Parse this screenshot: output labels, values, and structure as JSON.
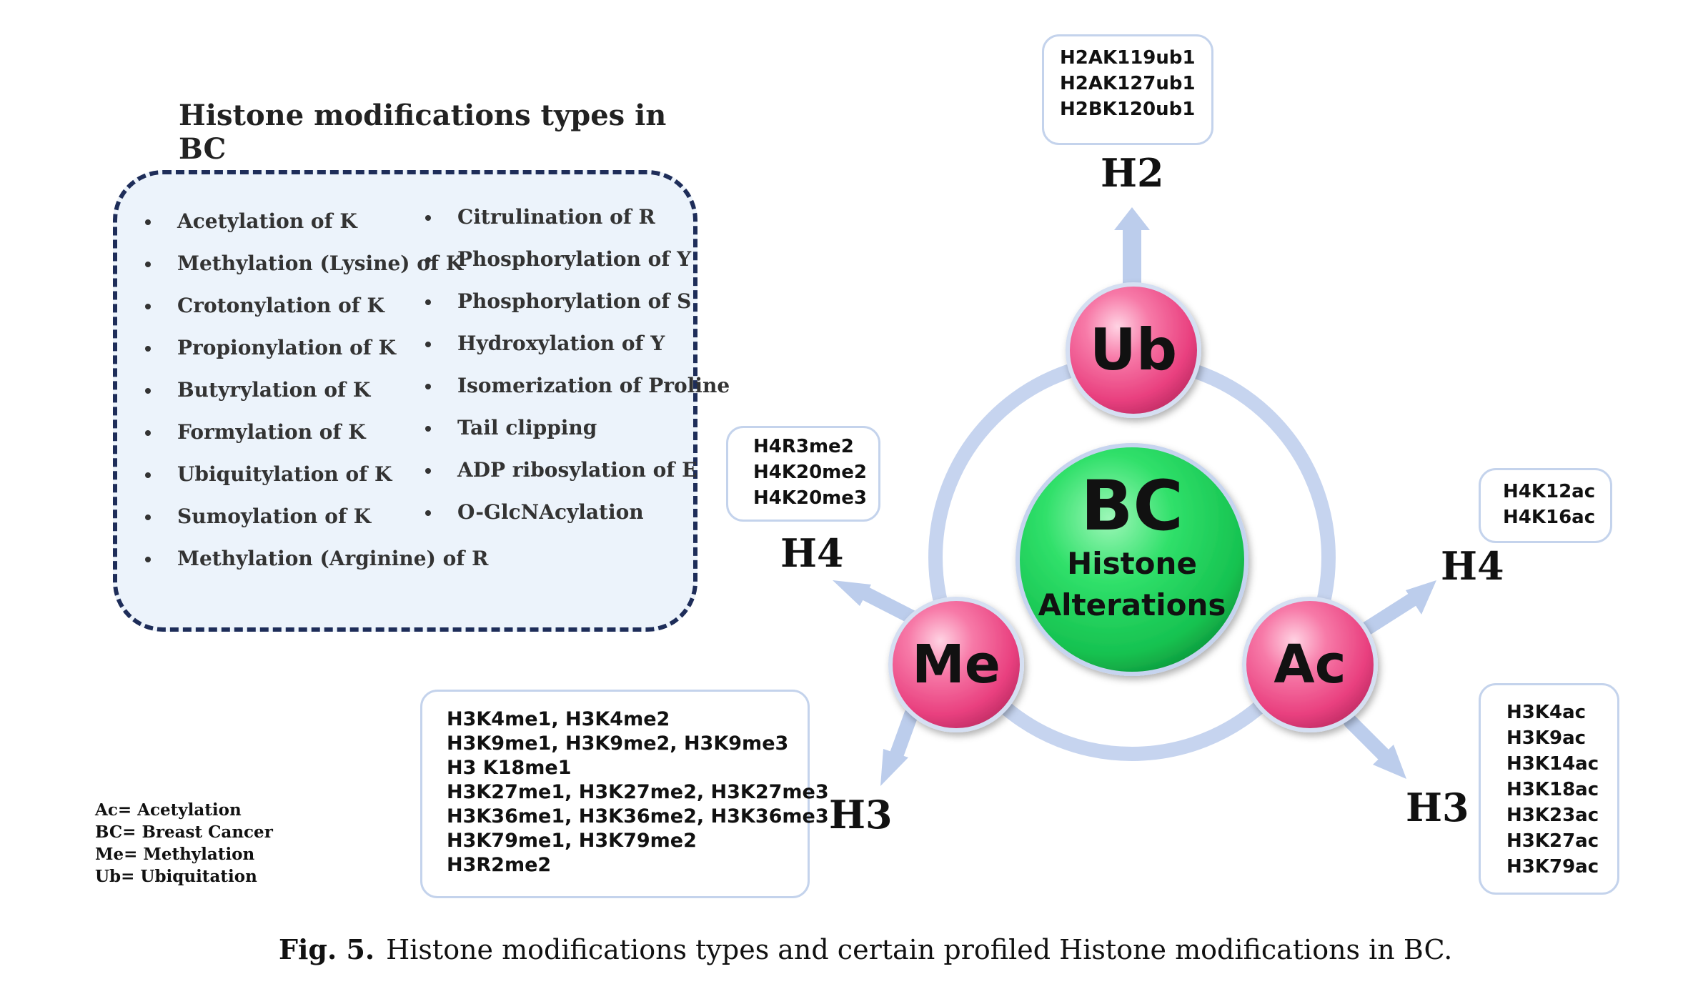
{
  "panel": {
    "title": "Histone modifications types in BC",
    "left_items": [
      "Acetylation of K",
      "Methylation (Lysine) of K",
      "Crotonylation of K",
      "Propionylation of K",
      "Butyrylation of K",
      "Formylation of K",
      "Ubiquitylation of K",
      "Sumoylation of K",
      "Methylation (Arginine) of R"
    ],
    "right_items": [
      "Citrulination of R",
      "Phosphorylation of Y",
      "Phosphorylation of S",
      "Hydroxylation of Y",
      "Isomerization of Proline",
      "Tail clipping",
      "ADP ribosylation of E",
      "O-GlcNAcylation"
    ]
  },
  "center": {
    "title": "BC",
    "subtitle_lines": [
      "Histone",
      "Alterations"
    ]
  },
  "nodes": {
    "ub": "Ub",
    "me": "Me",
    "ac": "Ac"
  },
  "histone_labels": {
    "ub_top": "H2",
    "me_upper": "H4",
    "me_lower": "H3",
    "ac_upper": "H4",
    "ac_lower": "H3"
  },
  "marks": {
    "ub_h2": [
      "H2AK119ub1",
      "H2AK127ub1",
      "H2BK120ub1"
    ],
    "me_h4": [
      "H4R3me2",
      "H4K20me2",
      "H4K20me3"
    ],
    "me_h3": [
      "H3K4me1, H3K4me2",
      "H3K9me1, H3K9me2, H3K9me3",
      "H3 K18me1",
      "H3K27me1, H3K27me2, H3K27me3",
      "H3K36me1, H3K36me2, H3K36me3",
      "H3K79me1, H3K79me2",
      "H3R2me2"
    ],
    "ac_h4": [
      "H4K12ac",
      "H4K16ac"
    ],
    "ac_h3": [
      "H3K4ac",
      "H3K9ac",
      "H3K14ac",
      "H3K18ac",
      "H3K23ac",
      "H3K27ac",
      "H3K79ac"
    ]
  },
  "legend": [
    "Ac= Acetylation",
    "BC= Breast Cancer",
    "Me= Methylation",
    "Ub= Ubiquitation"
  ],
  "caption": {
    "label": "Fig. 5.",
    "text": "Histone modifications types and certain profiled Histone modifications in BC."
  },
  "colors": {
    "ring": "#c6d4ef",
    "arrow": "#bccdec",
    "node_pink": "#f0528e",
    "center_green": "#22d65e",
    "box_border": "#c4d3ec",
    "dashed_border": "#1e2d59",
    "panel_fill": "#ecf3fb"
  }
}
